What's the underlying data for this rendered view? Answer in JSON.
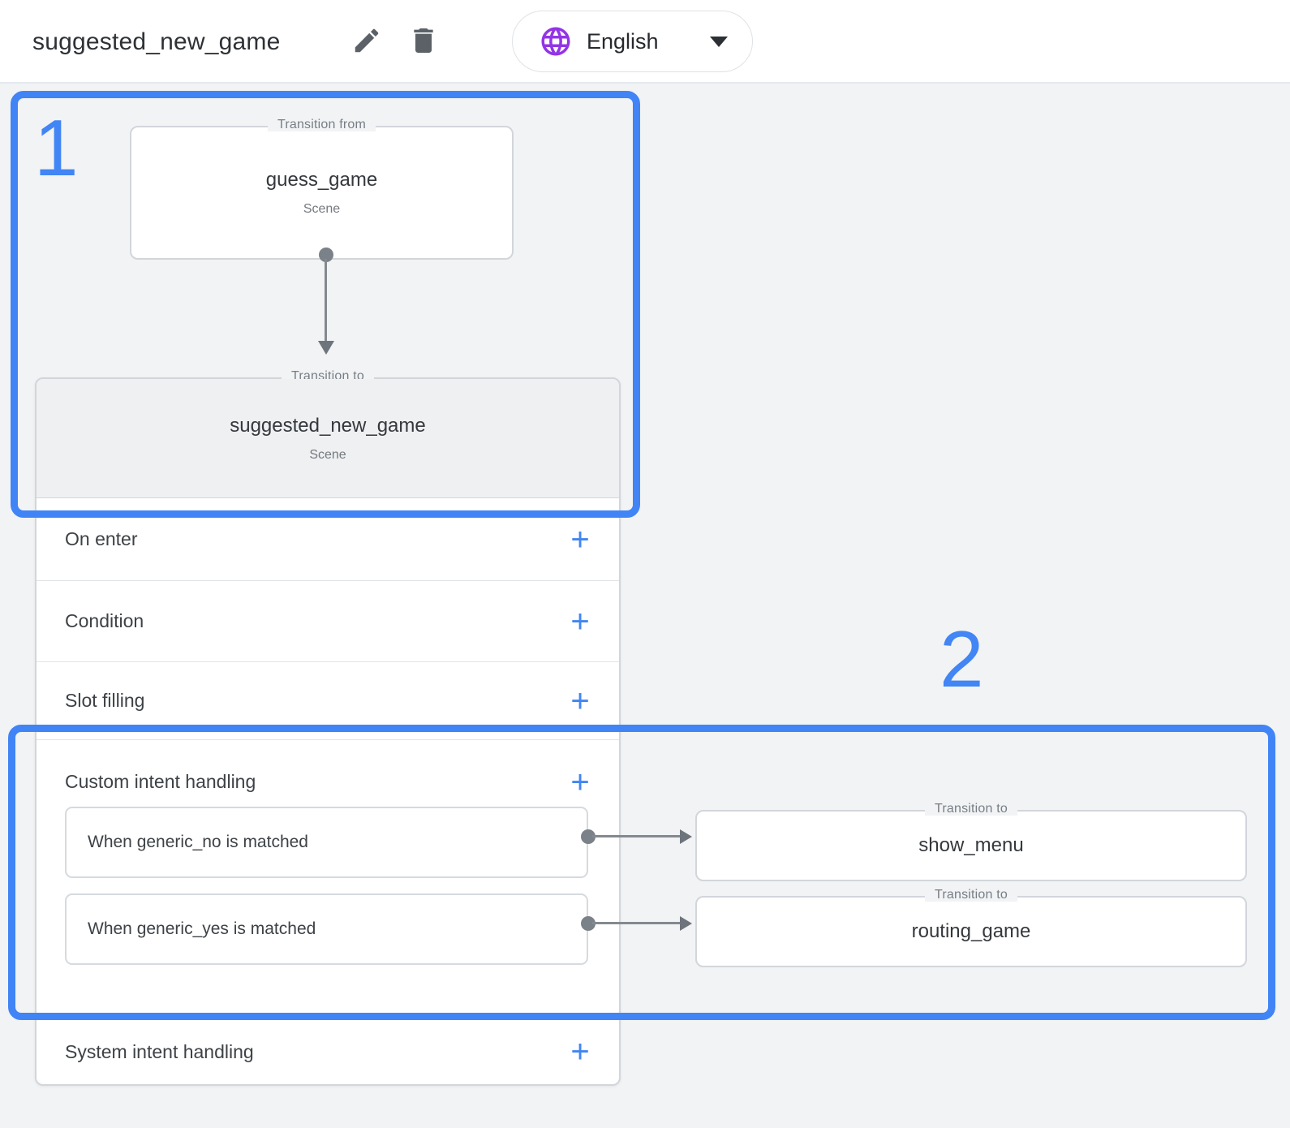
{
  "header": {
    "title": "suggested_new_game",
    "language_selector": {
      "label": "English"
    },
    "icons": {
      "edit": "pencil-icon",
      "delete": "trash-icon",
      "language": "globe-icon",
      "dropdown": "chevron-down-icon"
    }
  },
  "annotations": {
    "step_1": "1",
    "step_2": "2",
    "highlight_color": "#4184f6"
  },
  "canvas": {
    "transition_from_node": {
      "legend": "Transition from",
      "title": "guess_game",
      "subtitle": "Scene"
    },
    "scene_card": {
      "header": {
        "legend": "Transition to",
        "title": "suggested_new_game",
        "subtitle": "Scene"
      },
      "sections": {
        "on_enter": {
          "label": "On enter",
          "add": "+"
        },
        "condition": {
          "label": "Condition",
          "add": "+"
        },
        "slot_filling": {
          "label": "Slot filling",
          "add": "+"
        },
        "custom_intent": {
          "label": "Custom intent handling",
          "add": "+",
          "handlers": [
            "When generic_no is matched",
            "When generic_yes is matched"
          ]
        },
        "system_intent": {
          "label": "System intent handling",
          "add": "+"
        }
      }
    },
    "transition_targets": [
      {
        "legend": "Transition to",
        "title": "show_menu"
      },
      {
        "legend": "Transition to",
        "title": "routing_game"
      }
    ]
  },
  "colors": {
    "accent_blue": "#4285f4",
    "globe_purple": "#9334e6",
    "canvas_bg": "#f1f3f4",
    "card_header_bg": "#eef0f1",
    "border_gray": "#d2d6db",
    "text_primary": "#3c4043",
    "text_secondary": "#787e86"
  }
}
